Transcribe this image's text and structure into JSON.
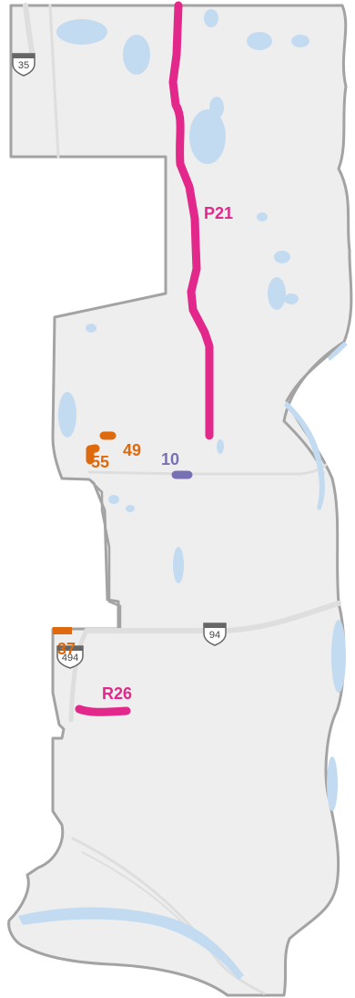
{
  "colors": {
    "land": "#eeeeee",
    "boundary": "#a3a3a3",
    "water": "#c3dbf0",
    "road": "#dedede",
    "route_pink": "#e2288a",
    "route_orange": "#de6a10",
    "route_purple": "#7771b3"
  },
  "highways": {
    "i35": "35",
    "i94": "94",
    "i494": "494"
  },
  "routes": {
    "p21": "P21",
    "r26": "R26",
    "r49": "49",
    "r55": "55",
    "r10": "10",
    "r37": "37"
  }
}
